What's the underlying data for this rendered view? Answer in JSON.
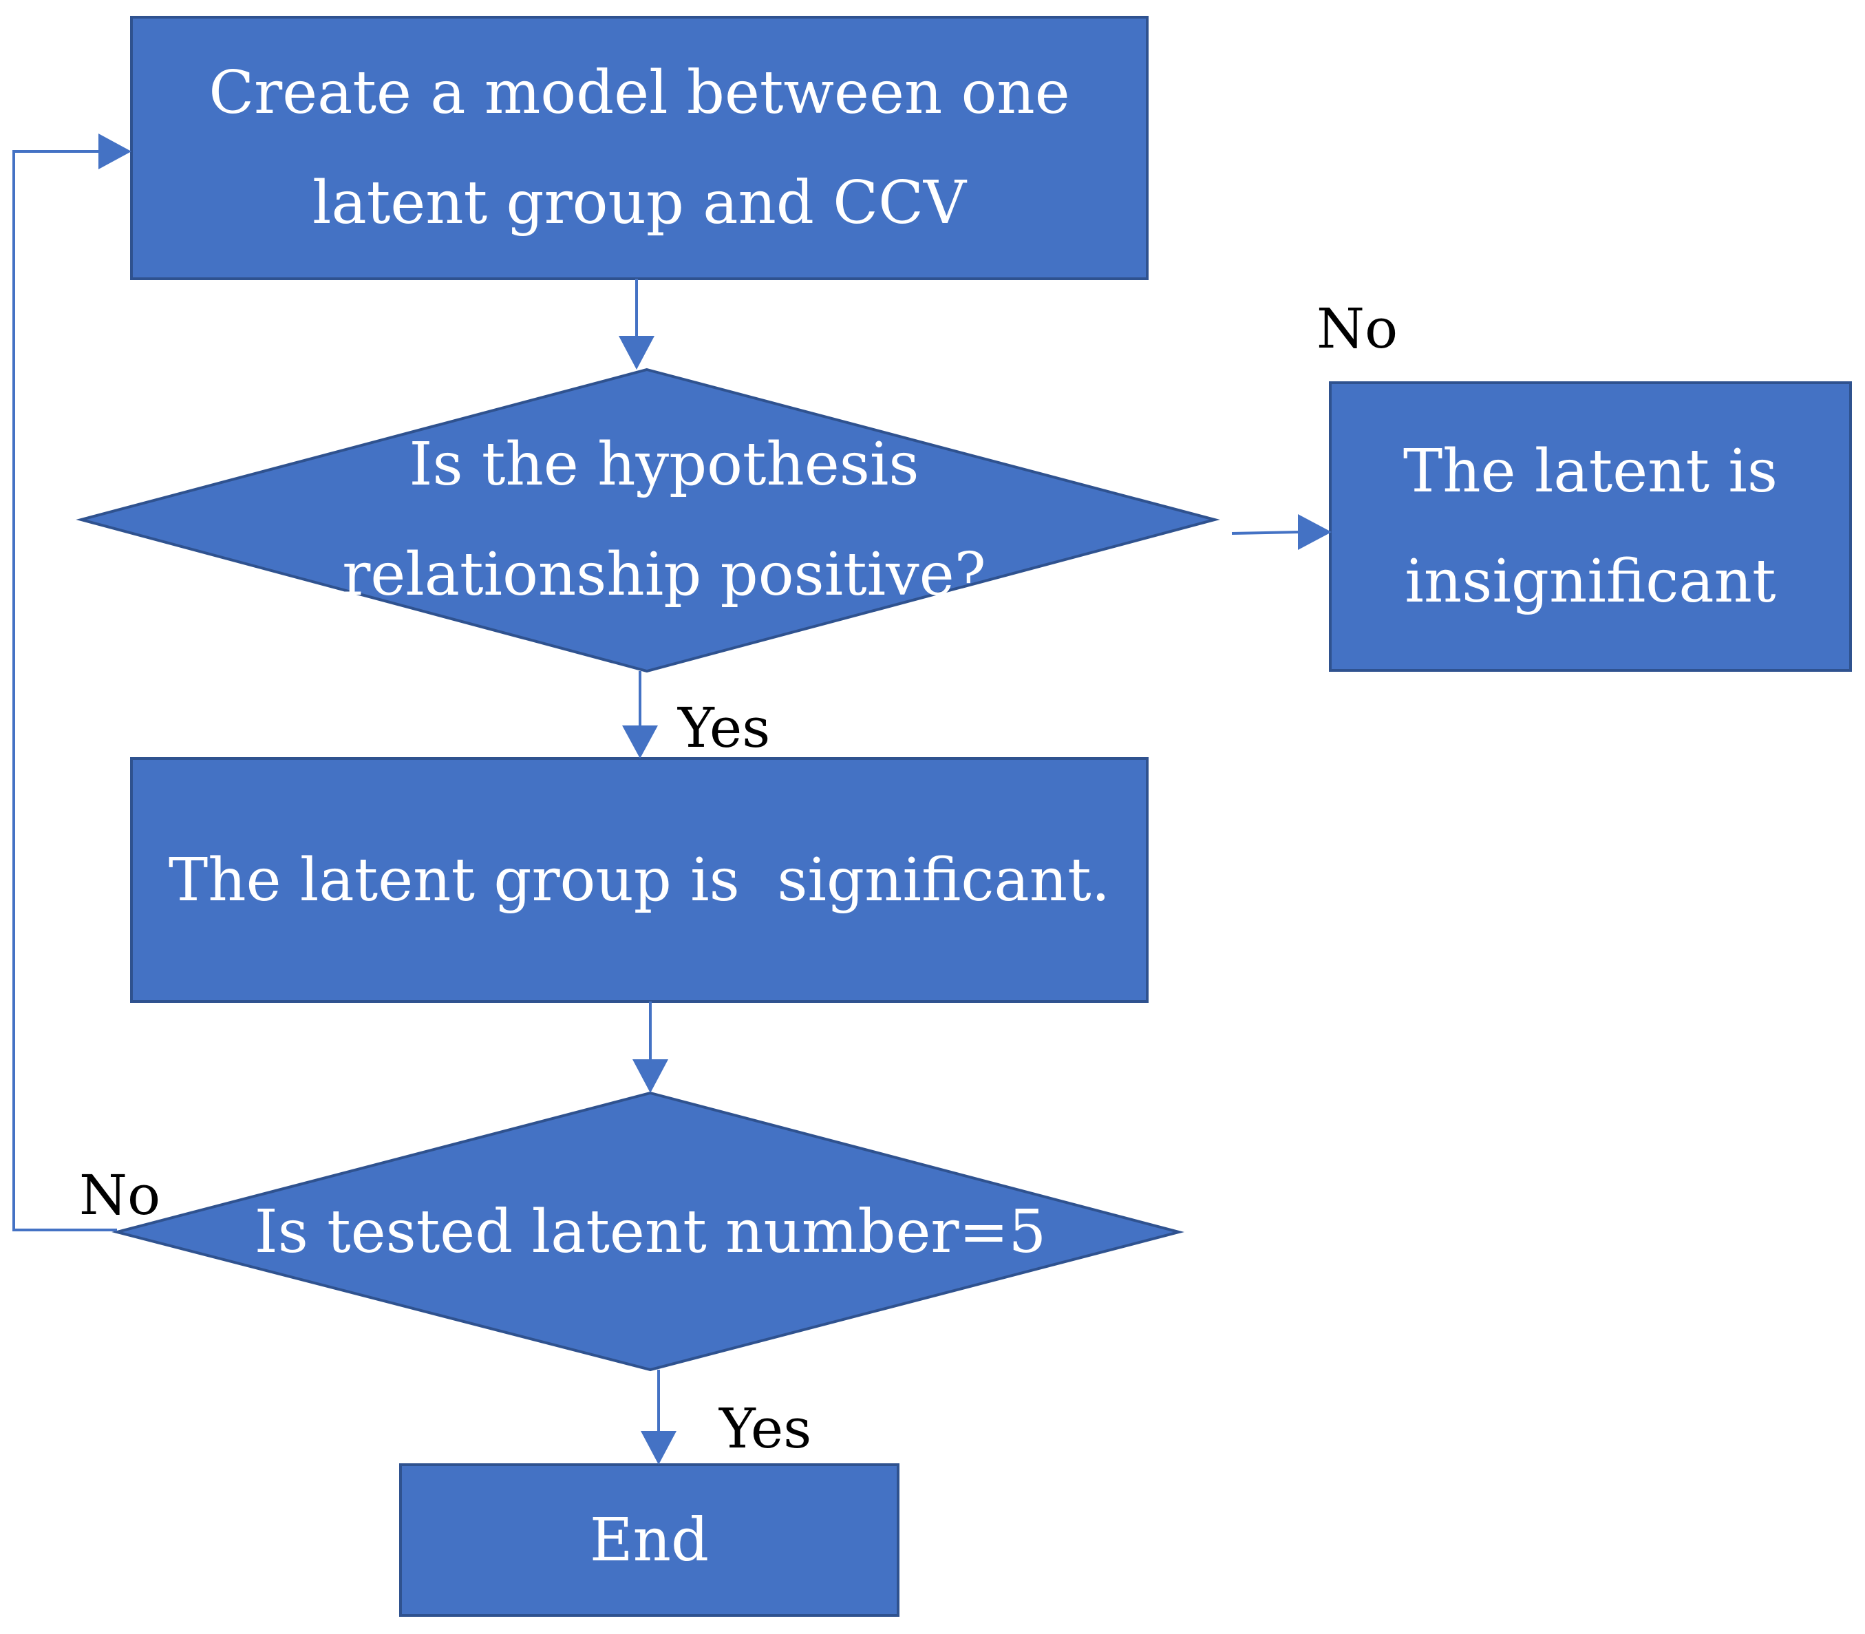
{
  "colors": {
    "shape_fill": "#4472C4",
    "shape_border": "#2F528F",
    "connector": "#4472C4",
    "box_text": "#FFFFFF",
    "label_text": "#000000"
  },
  "nodes": {
    "create_model": {
      "line1": "Create a model between one",
      "line2": "latent group and CCV"
    },
    "decision_positive": {
      "line1": "Is the hypothesis",
      "line2": "relationship positive?"
    },
    "insignificant": {
      "line1": "The latent is",
      "line2": "insignificant"
    },
    "significant": {
      "text": "The latent group is  significant."
    },
    "decision_count": {
      "text": "Is tested latent number=5"
    },
    "end": {
      "text": "End"
    }
  },
  "edge_labels": {
    "positive_no": "No",
    "positive_yes": "Yes",
    "count_no": "No",
    "count_yes": "Yes"
  }
}
